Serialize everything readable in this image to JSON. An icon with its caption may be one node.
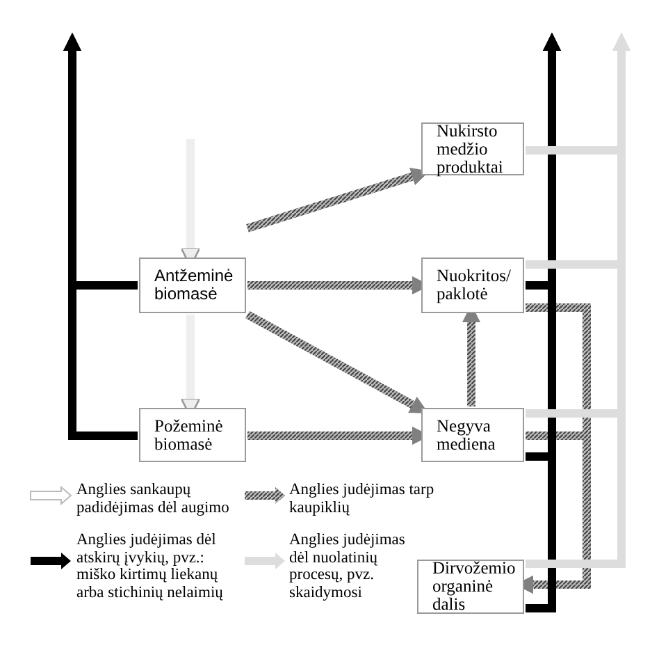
{
  "diagram": {
    "nodes": [
      {
        "text": [
          "Nukirsto medžio produktai"
        ]
      },
      {
        "text": [
          "Antžeminė biomasė"
        ]
      },
      {
        "text": [
          "Nuokritos/ paklotė"
        ]
      },
      {
        "text": [
          "Požeminė biomasė"
        ]
      },
      {
        "text": [
          "Negyva mediena"
        ]
      },
      {
        "text": [
          "Dirvožemio organinė dalis"
        ]
      }
    ],
    "edges": [
      {
        "from": null,
        "to": 1,
        "arrow": "to",
        "color": "#eeeeee"
      },
      {
        "from": 1,
        "to": 3,
        "arrow": "to",
        "color": "#eeeeee"
      },
      {
        "from": 1,
        "to": 0,
        "arrow": "to"
      },
      {
        "from": 1,
        "to": 2,
        "arrow": "to"
      },
      {
        "from": 1,
        "to": 4,
        "arrow": "to"
      },
      {
        "from": 3,
        "to": 4,
        "arrow": "to"
      },
      {
        "from": 4,
        "to": 2,
        "arrow": "to"
      },
      {
        "from": 2,
        "to": 5,
        "arrow": "to"
      },
      {
        "from": 4,
        "to": 5,
        "arrow": "to"
      },
      {
        "from": 1,
        "to": null,
        "arrow": "to",
        "color": "#000000"
      },
      {
        "from": 3,
        "to": null,
        "arrow": "to",
        "color": "#000000"
      },
      {
        "from": 2,
        "to": null,
        "arrow": "to",
        "color": "#000000"
      },
      {
        "from": 4,
        "to": null,
        "arrow": "to",
        "color": "#000000"
      },
      {
        "from": 5,
        "to": null,
        "arrow": "to",
        "color": "#000000"
      },
      {
        "from": 0,
        "to": null,
        "arrow": "to",
        "color": "#dddddd"
      },
      {
        "from": 2,
        "to": null,
        "arrow": "to",
        "color": "#dddddd"
      },
      {
        "from": 4,
        "to": null,
        "arrow": "to",
        "color": "#dddddd"
      },
      {
        "from": 5,
        "to": null,
        "arrow": "to",
        "color": "#dddddd"
      }
    ],
    "legend": [
      {
        "text": "Anglies sankaupų padidėjimas dėl augimo"
      },
      {
        "text": "Anglies judėjimas tarp kaupiklių"
      },
      {
        "text": "Anglies judėjimas dėl atskirų įvykių, pvz.: miško kirtimų liekanų arba stichinių nelaimių"
      },
      {
        "text": "Anglies judėjimas dėl nuolatinių procesų, pvz. skaidymosi"
      }
    ]
  }
}
